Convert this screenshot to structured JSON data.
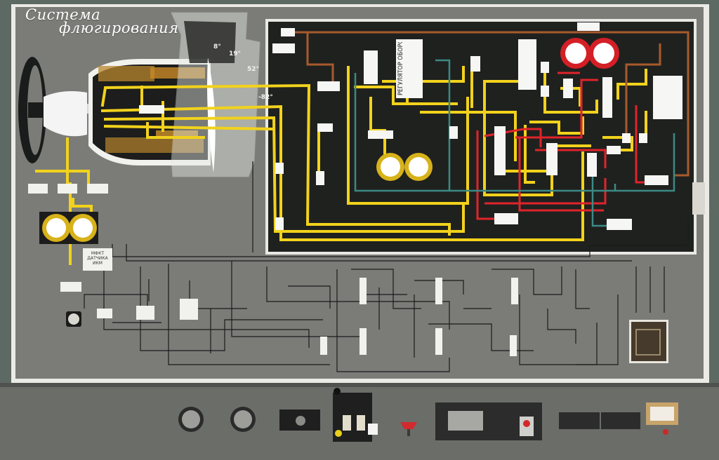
{
  "panel": {
    "title_line1": "Система",
    "title_line2": "флюгирования",
    "blade_angles": [
      "8°",
      "19°",
      "52°",
      "-82°"
    ],
    "regulator_label": "РЕГУЛЯТОР ОБОРОТОВ",
    "mnk_label_line1": "МФКТ",
    "mnk_label_line2": "ДАТЧИКА",
    "mnk_label_line3": "ИКМ"
  },
  "colors": {
    "wall": "#5d6a63",
    "board": "#7b7b77",
    "schematic": "#1f211f",
    "oil_yellow": "#f2d21c",
    "feather_red": "#e0242b",
    "drain_teal": "#3c8a86",
    "brown": "#a85a2c",
    "console": "#6f716e"
  }
}
